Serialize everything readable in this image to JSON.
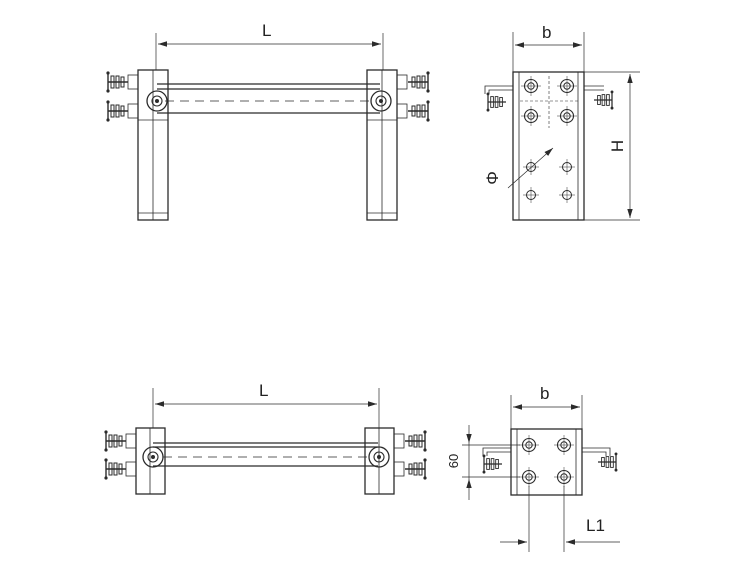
{
  "labels": {
    "top_length": "L",
    "top_width": "b",
    "top_height": "H",
    "top_hole": "Φ",
    "bottom_length": "L",
    "bottom_width": "b",
    "bottom_spacing": "60",
    "bottom_offset": "L1"
  }
}
